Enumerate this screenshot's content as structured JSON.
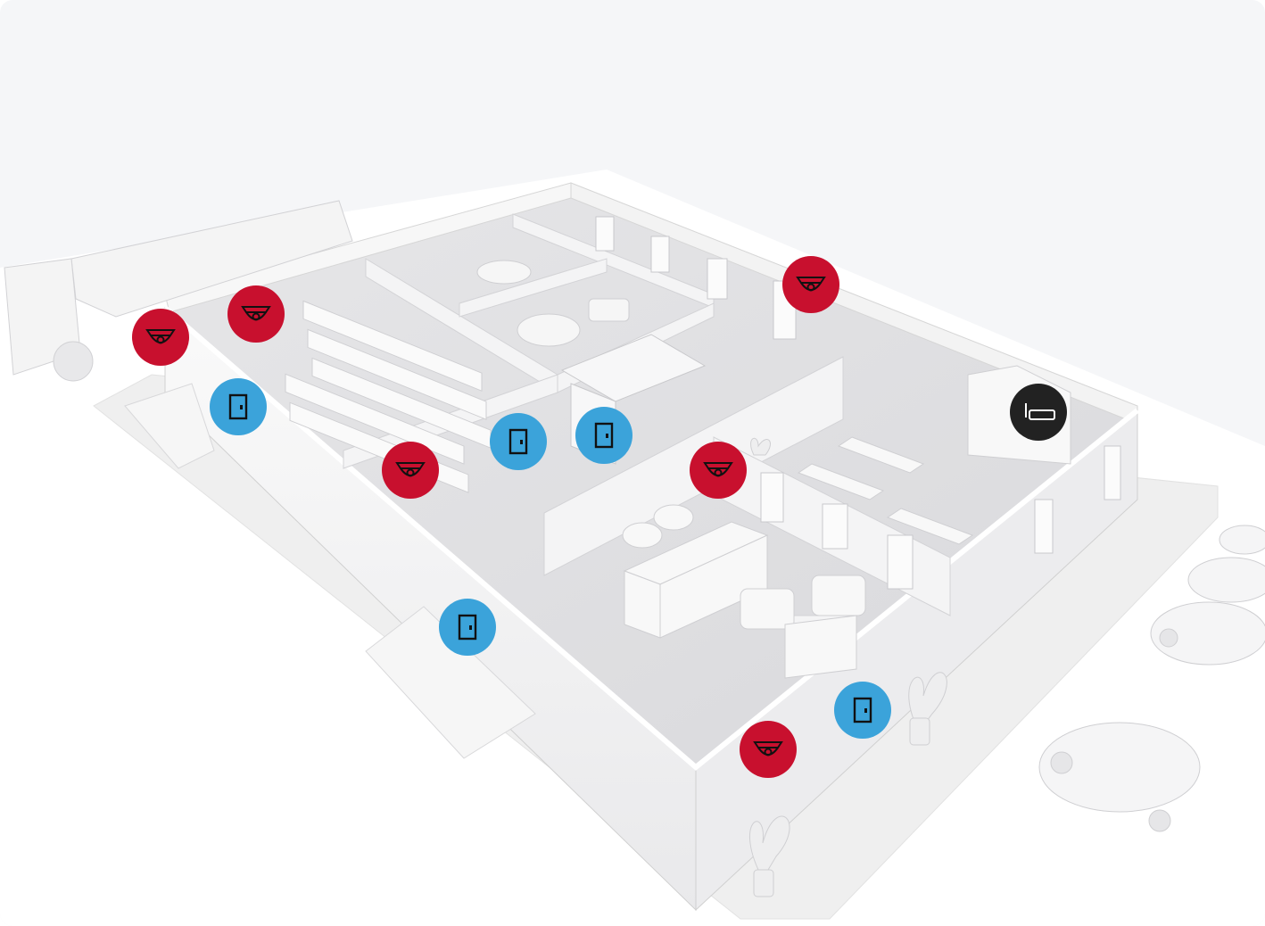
{
  "colors": {
    "camera": "#c8102e",
    "door": "#3ba3da",
    "hub": "#222222"
  },
  "markers": {
    "cameras": [
      {
        "id": "camera-1",
        "icon": "dome-camera-icon"
      },
      {
        "id": "camera-2",
        "icon": "dome-camera-icon"
      },
      {
        "id": "camera-3",
        "icon": "dome-camera-icon"
      },
      {
        "id": "camera-4",
        "icon": "dome-camera-icon"
      },
      {
        "id": "camera-5",
        "icon": "dome-camera-icon"
      },
      {
        "id": "camera-6",
        "icon": "dome-camera-icon"
      }
    ],
    "doors": [
      {
        "id": "door-1",
        "icon": "door-icon"
      },
      {
        "id": "door-2",
        "icon": "door-icon"
      },
      {
        "id": "door-3",
        "icon": "door-icon"
      },
      {
        "id": "door-4",
        "icon": "door-icon"
      },
      {
        "id": "door-5",
        "icon": "door-icon"
      }
    ],
    "hub": {
      "id": "gateway-1",
      "icon": "gateway-router-icon"
    }
  }
}
